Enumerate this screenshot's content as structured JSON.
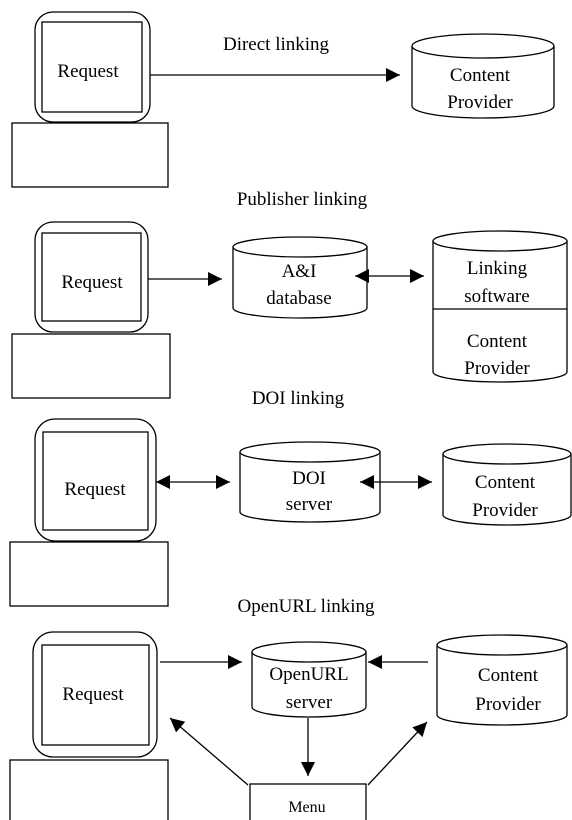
{
  "panels": {
    "direct": {
      "title": "Direct linking",
      "request": "Request",
      "provider": [
        "Content",
        "Provider"
      ]
    },
    "publisher": {
      "title": "Publisher linking",
      "request": "Request",
      "database": [
        "A&I",
        "database"
      ],
      "linking_software": [
        "Linking",
        "software"
      ],
      "provider": [
        "Content",
        "Provider"
      ]
    },
    "doi": {
      "title": "DOI linking",
      "request": "Request",
      "server": [
        "DOI",
        "server"
      ],
      "provider": [
        "Content",
        "Provider"
      ]
    },
    "openurl": {
      "title": "OpenURL linking",
      "request": "Request",
      "server": [
        "OpenURL",
        "server"
      ],
      "provider": [
        "Content",
        "Provider"
      ],
      "menu": "Menu"
    }
  }
}
